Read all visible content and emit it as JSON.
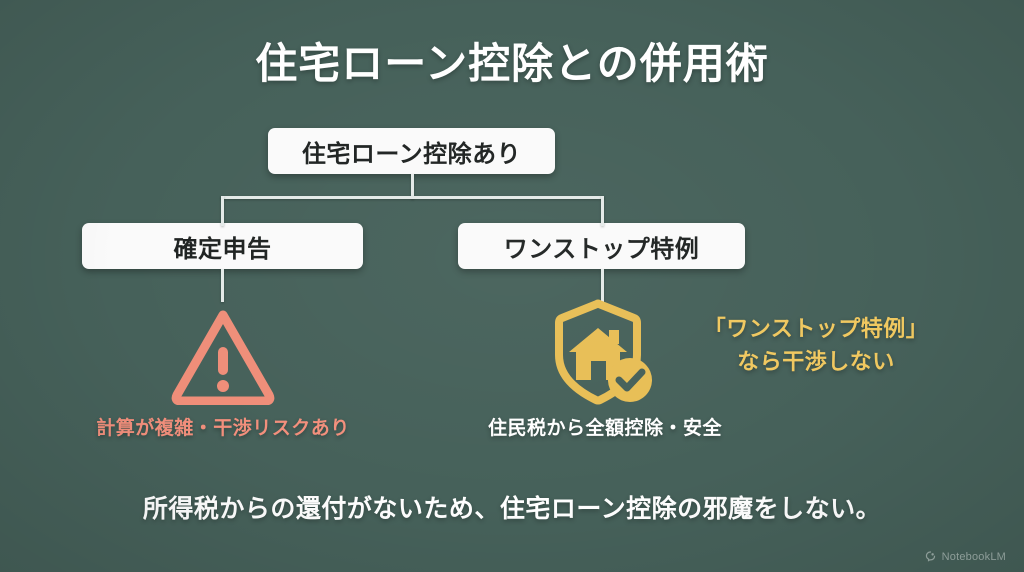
{
  "slide": {
    "title": "住宅ローン控除との併用術",
    "background_color": "#46615A"
  },
  "flow": {
    "root": {
      "label": "住宅ローン控除あり"
    },
    "branches": [
      {
        "label": "確定申告"
      },
      {
        "label": "ワンストップ特例"
      }
    ]
  },
  "icons": {
    "warning": {
      "name": "warning-triangle-icon",
      "color": "#EF8E79"
    },
    "shield": {
      "name": "shield-house-check-icon",
      "color": "#E8BE55"
    }
  },
  "captions": {
    "left": {
      "text": "計算が複雑・干渉リスクあり",
      "color": "#F28F7C"
    },
    "right": {
      "text": "住民税から全額控除・安全",
      "color": "#FFFFFF"
    }
  },
  "note": {
    "line1": "「ワンストップ特例」",
    "line2": "なら干渉しない",
    "color": "#F0C860"
  },
  "footer": {
    "text": "所得税からの還付がないため、住宅ローン控除の邪魔をしない。"
  },
  "watermark": {
    "label": "NotebookLM"
  }
}
